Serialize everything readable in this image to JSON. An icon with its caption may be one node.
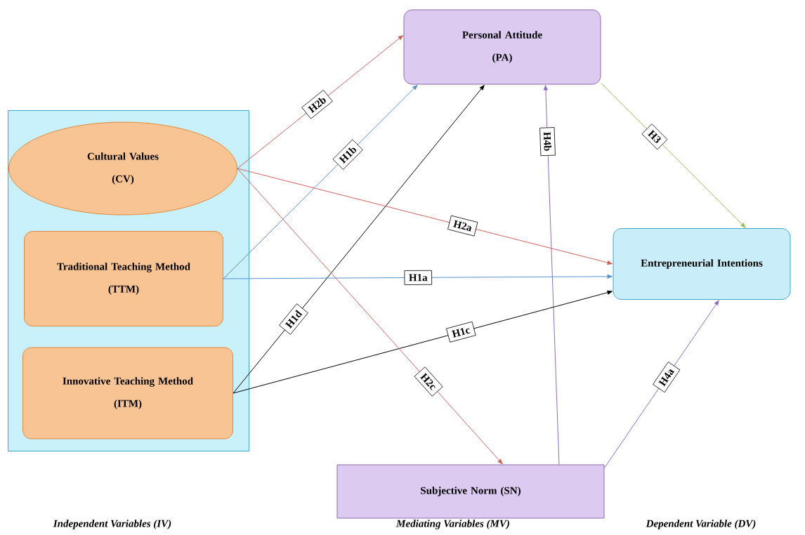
{
  "diagram": {
    "nodes": [
      {
        "text": [],
        "shape": "box"
      },
      {
        "text": [
          "Cultural Values",
          "(CV)"
        ],
        "in": 0
      },
      {
        "text": [
          "Traditional Teaching Method",
          "(TTM)"
        ],
        "in": 0
      },
      {
        "text": [
          "Innovative Teaching Method",
          "(ITM)"
        ],
        "in": 0
      },
      {
        "text": [
          "Personal Attitude",
          "(PA)"
        ]
      },
      {
        "text": [
          "Entrepreneurial Intentions"
        ]
      },
      {
        "text": [
          "Subjective Norm (SN)"
        ]
      }
    ],
    "edges": [
      {
        "from": 1,
        "to": 4,
        "arrow": "to",
        "label": "H2b",
        "color": "#d0605a"
      },
      {
        "from": 2,
        "to": 4,
        "arrow": "to",
        "label": "H1b",
        "color": "#5b8fd0"
      },
      {
        "from": 3,
        "to": 4,
        "arrow": "to",
        "label": "H1d",
        "color": "#000000"
      },
      {
        "from": 6,
        "to": 4,
        "arrow": "to",
        "label": "H4b",
        "color": "#8a6cc0"
      },
      {
        "from": 4,
        "to": 5,
        "arrow": "to",
        "label": "H3",
        "color": "#92c050"
      },
      {
        "from": 1,
        "to": 5,
        "arrow": "to",
        "label": "H2a",
        "color": "#d0605a"
      },
      {
        "from": 2,
        "to": 5,
        "arrow": "to",
        "label": "H1a",
        "color": "#5b8fd0"
      },
      {
        "from": 3,
        "to": 5,
        "arrow": "to",
        "label": "H1c",
        "color": "#000000"
      },
      {
        "from": 6,
        "to": 5,
        "arrow": "to",
        "label": "H4a",
        "color": "#8a6cc0"
      },
      {
        "from": 1,
        "to": 6,
        "arrow": "to",
        "label": "H2c",
        "color": "#d0605a"
      }
    ],
    "labels": [
      "Independent Variables (IV)",
      "Mediating Variables (MV)",
      "Dependent Variable (DV)"
    ]
  }
}
